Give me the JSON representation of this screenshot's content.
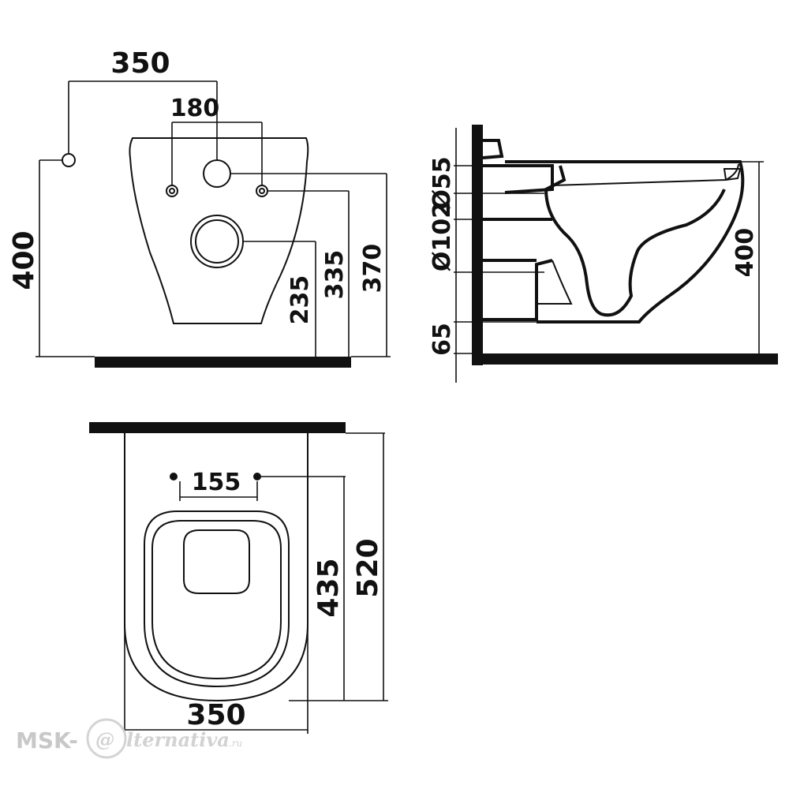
{
  "front_view": {
    "width_label": "350",
    "bolt_spacing_label": "180",
    "height_label": "400",
    "drain_height_label": "235",
    "bolt_height_label": "335",
    "inlet_height_label": "370"
  },
  "side_view": {
    "inlet_diameter_label": "Ø55",
    "outlet_diameter_label": "Ø102",
    "height_label": "400",
    "floor_gap_label": "65"
  },
  "top_view": {
    "bolt_spacing_label": "155",
    "seat_length_label": "435",
    "depth_label": "520",
    "width_label": "350"
  },
  "watermark": {
    "prefix": "MSK-",
    "symbol": "@",
    "name": "lternativa",
    "suffix": ".ru"
  }
}
